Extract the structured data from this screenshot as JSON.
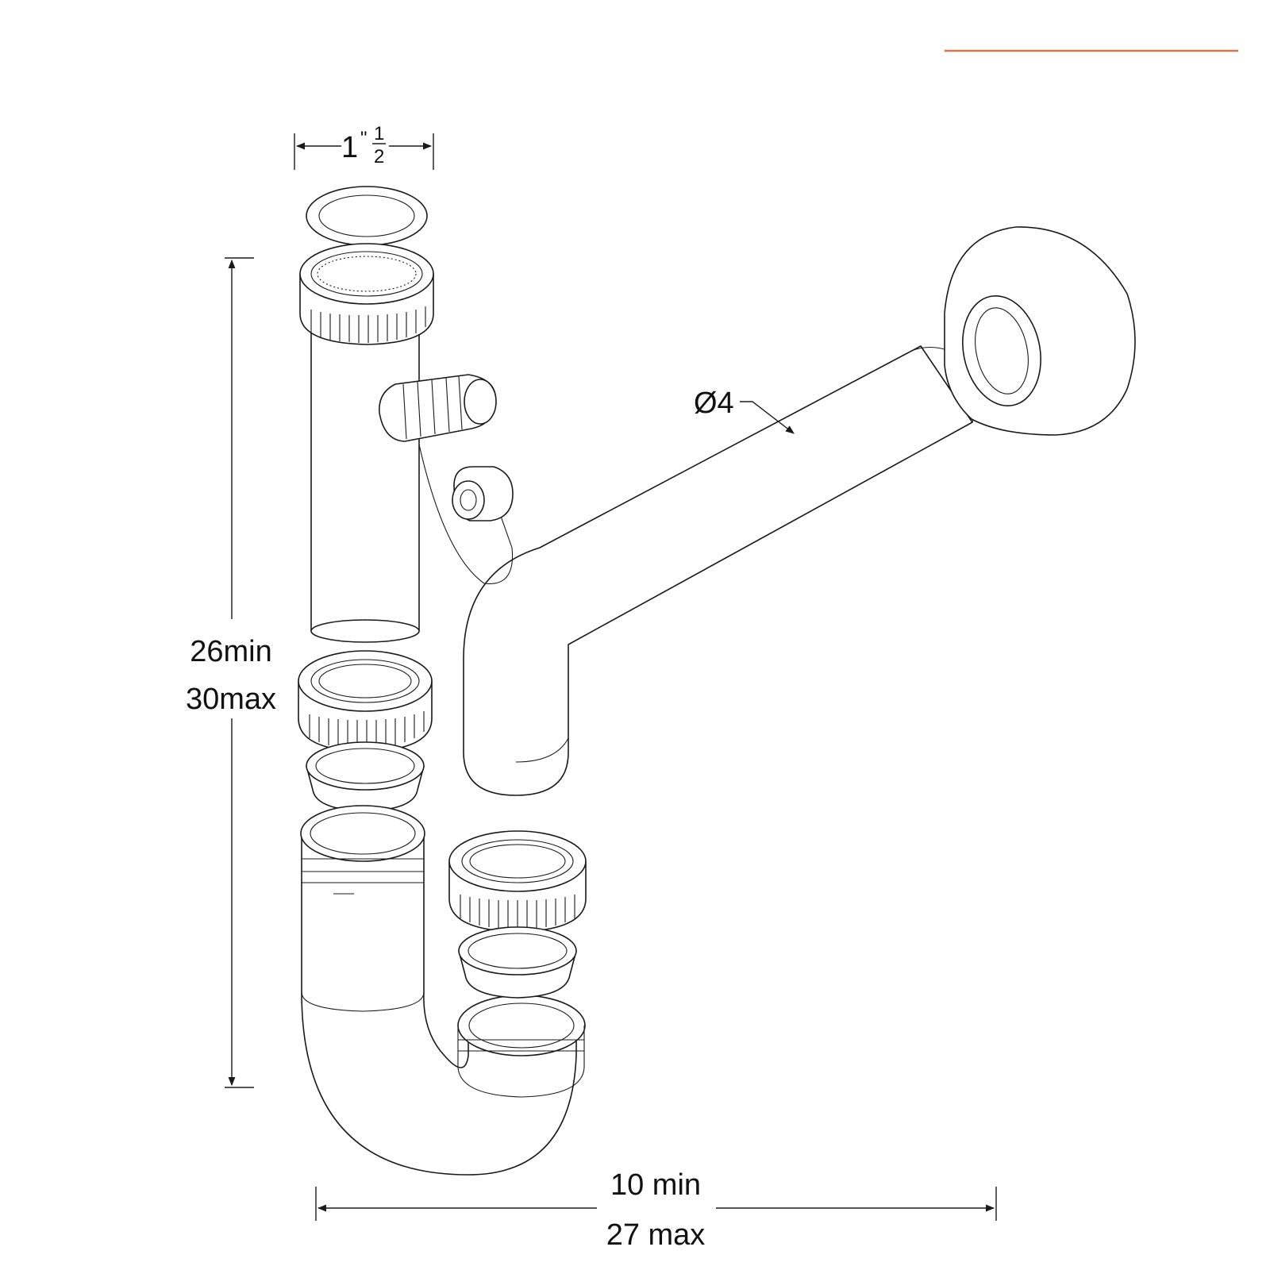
{
  "accent_rule_color": "#c9785a",
  "dimensions": {
    "inlet_width": {
      "whole": "1",
      "inch_mark": "\"",
      "numerator": "1",
      "denominator": "2"
    },
    "height": {
      "min": "26min",
      "max": "30max"
    },
    "outlet_diameter": "Ø4",
    "width": {
      "min": "10 min",
      "max": "27 max"
    }
  }
}
